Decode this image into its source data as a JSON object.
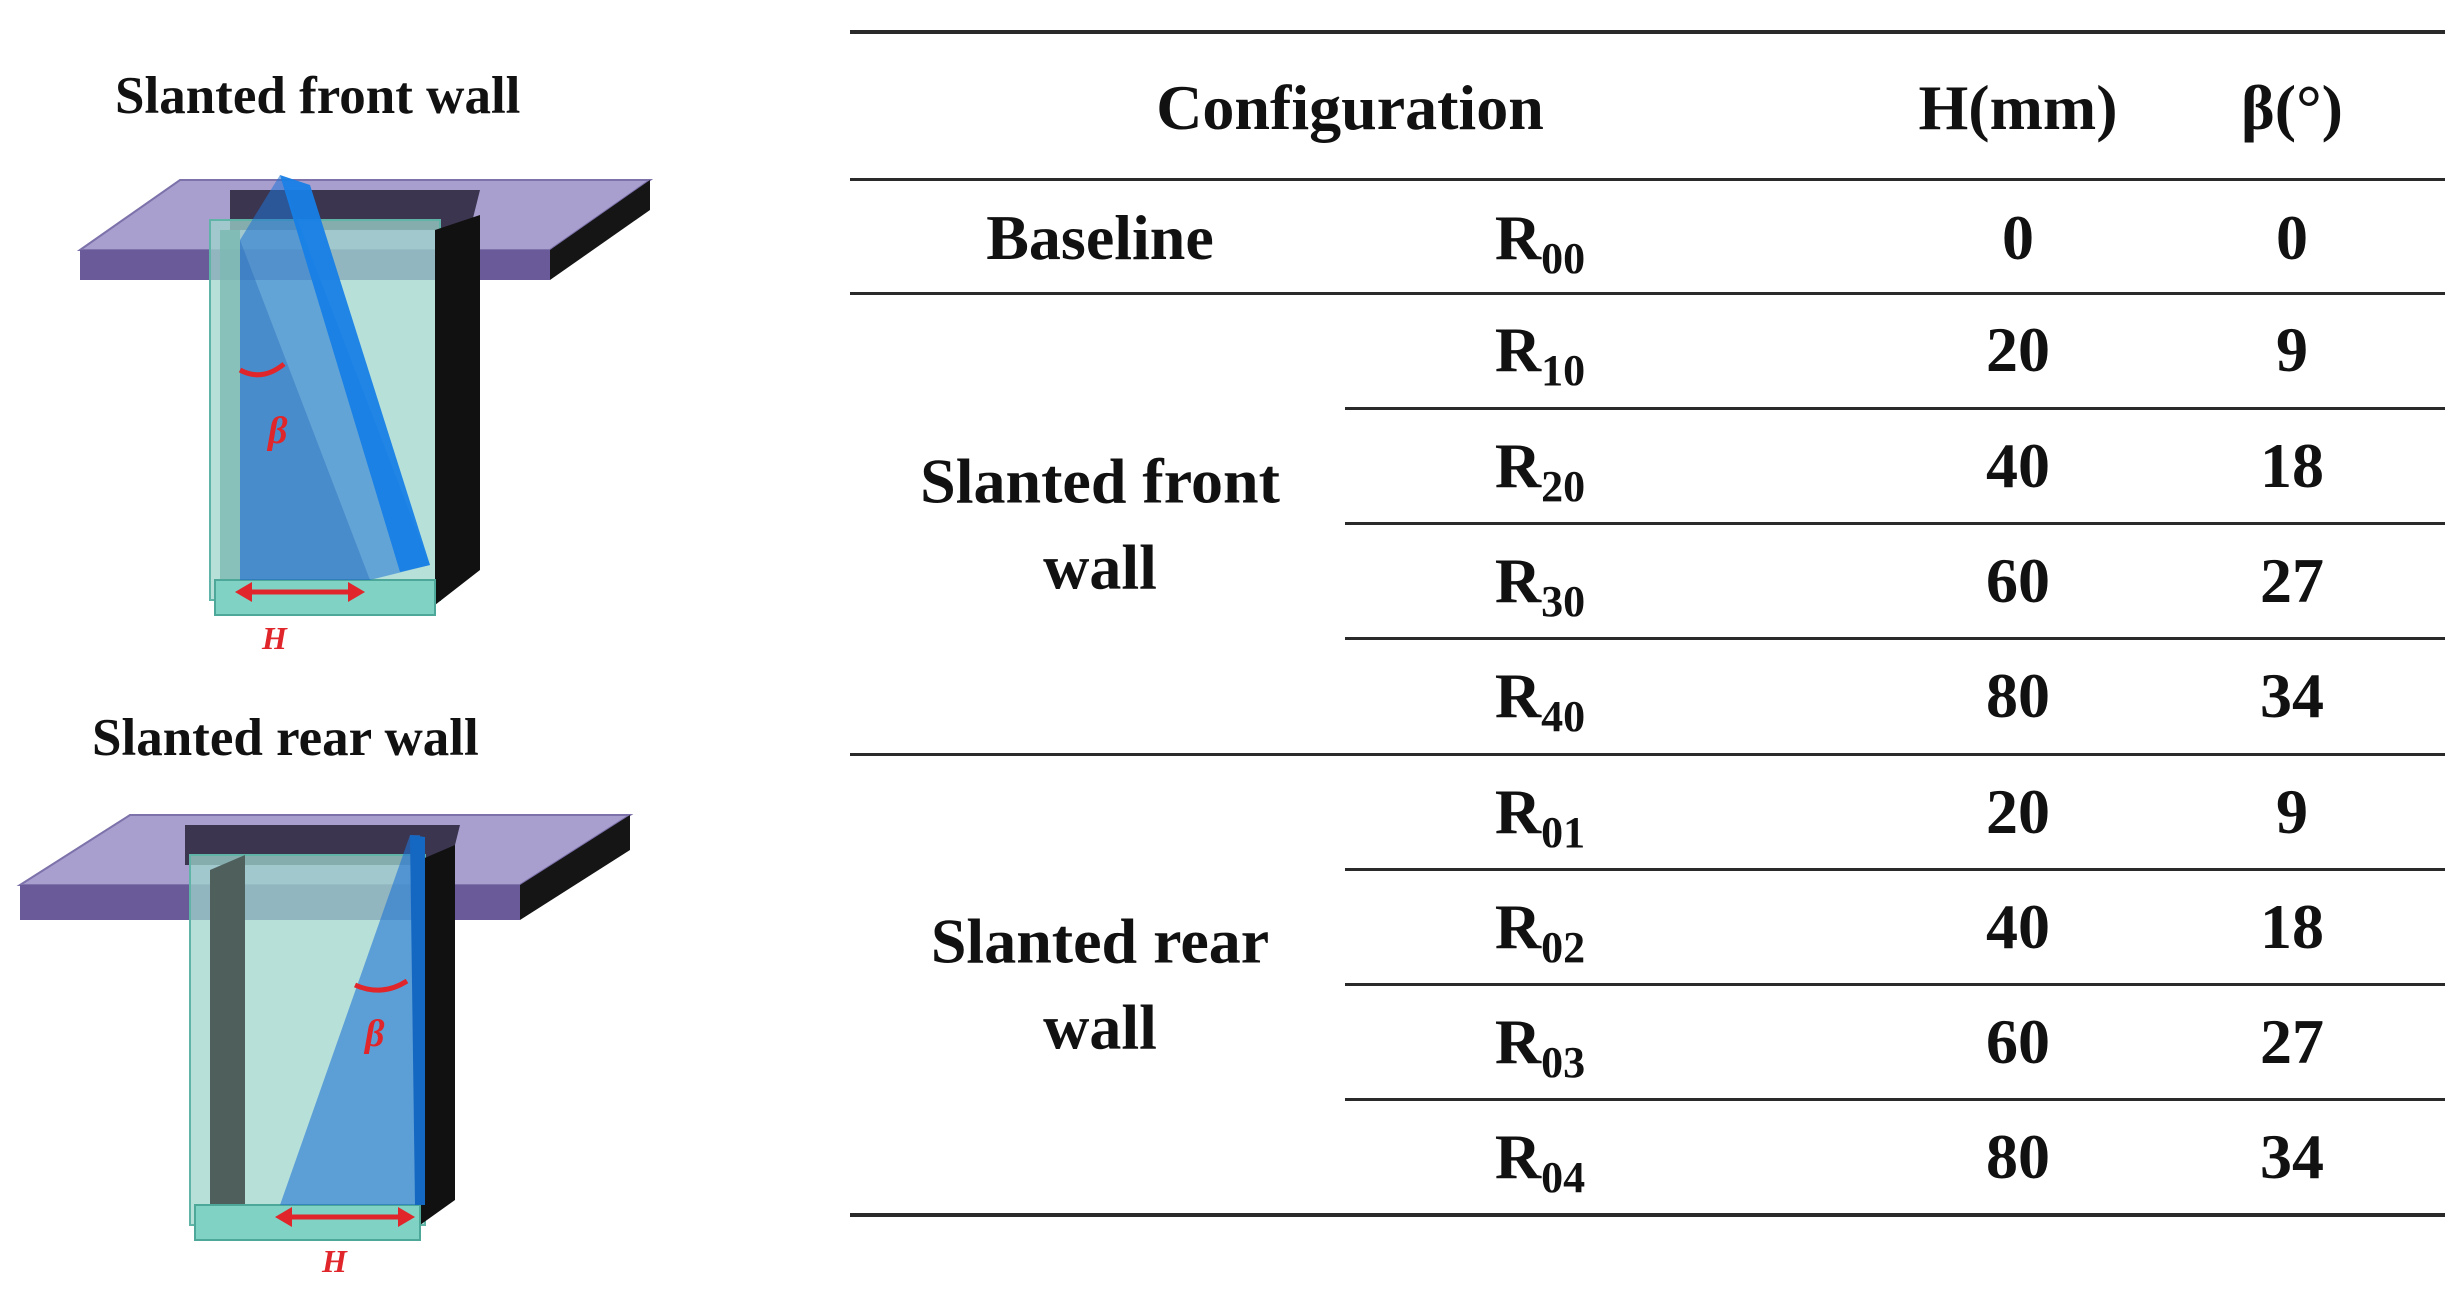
{
  "diagrams": {
    "front": {
      "title": "Slanted front wall",
      "angle_label": "β",
      "length_label": "H"
    },
    "rear": {
      "title": "Slanted rear wall",
      "angle_label": "β",
      "length_label": "H"
    }
  },
  "table": {
    "headers": {
      "configuration": "Configuration",
      "h": "H(mm)",
      "beta": "β(°)"
    },
    "groups": [
      {
        "label": "Baseline"
      },
      {
        "label": "Slanted front\nwall"
      },
      {
        "label": "Slanted rear\nwall"
      }
    ],
    "rows": [
      {
        "id_main": "R",
        "id_sub": "00",
        "h": "0",
        "beta": "0"
      },
      {
        "id_main": "R",
        "id_sub": "10",
        "h": "20",
        "beta": "9"
      },
      {
        "id_main": "R",
        "id_sub": "20",
        "h": "40",
        "beta": "18"
      },
      {
        "id_main": "R",
        "id_sub": "30",
        "h": "60",
        "beta": "27"
      },
      {
        "id_main": "R",
        "id_sub": "40",
        "h": "80",
        "beta": "34"
      },
      {
        "id_main": "R",
        "id_sub": "01",
        "h": "20",
        "beta": "9"
      },
      {
        "id_main": "R",
        "id_sub": "02",
        "h": "40",
        "beta": "18"
      },
      {
        "id_main": "R",
        "id_sub": "03",
        "h": "60",
        "beta": "27"
      },
      {
        "id_main": "R",
        "id_sub": "04",
        "h": "80",
        "beta": "34"
      }
    ]
  }
}
